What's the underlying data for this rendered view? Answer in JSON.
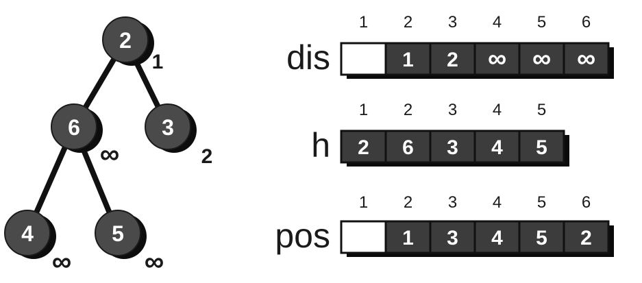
{
  "tree": {
    "nodes": [
      {
        "label": "2",
        "dis": "1"
      },
      {
        "label": "6",
        "dis": "∞"
      },
      {
        "label": "3",
        "dis": "2"
      },
      {
        "label": "4",
        "dis": "∞"
      },
      {
        "label": "5",
        "dis": "∞"
      }
    ],
    "edges": [
      {
        "from": "2",
        "to": "6"
      },
      {
        "from": "2",
        "to": "3"
      },
      {
        "from": "6",
        "to": "4"
      },
      {
        "from": "6",
        "to": "5"
      }
    ]
  },
  "arrays": {
    "dis": {
      "label": "dis",
      "indices": [
        "1",
        "2",
        "3",
        "4",
        "5",
        "6"
      ],
      "cells": [
        "",
        "1",
        "2",
        "∞",
        "∞",
        "∞"
      ]
    },
    "h": {
      "label": "h",
      "indices": [
        "1",
        "2",
        "3",
        "4",
        "5"
      ],
      "cells": [
        "2",
        "6",
        "3",
        "4",
        "5"
      ]
    },
    "pos": {
      "label": "pos",
      "indices": [
        "1",
        "2",
        "3",
        "4",
        "5",
        "6"
      ],
      "cells": [
        "",
        "1",
        "3",
        "4",
        "5",
        "2"
      ]
    }
  },
  "colors": {
    "node_fill": "#4a4a4a",
    "node_shadow": "#0d0d0d",
    "cell_fill": "#3c3c3c",
    "cell_shadow": "#0a0a0a",
    "empty_cell_fill": "#ffffff",
    "edge": "#111111",
    "text_light": "#ffffff",
    "text_dark": "#1a1a1a"
  }
}
